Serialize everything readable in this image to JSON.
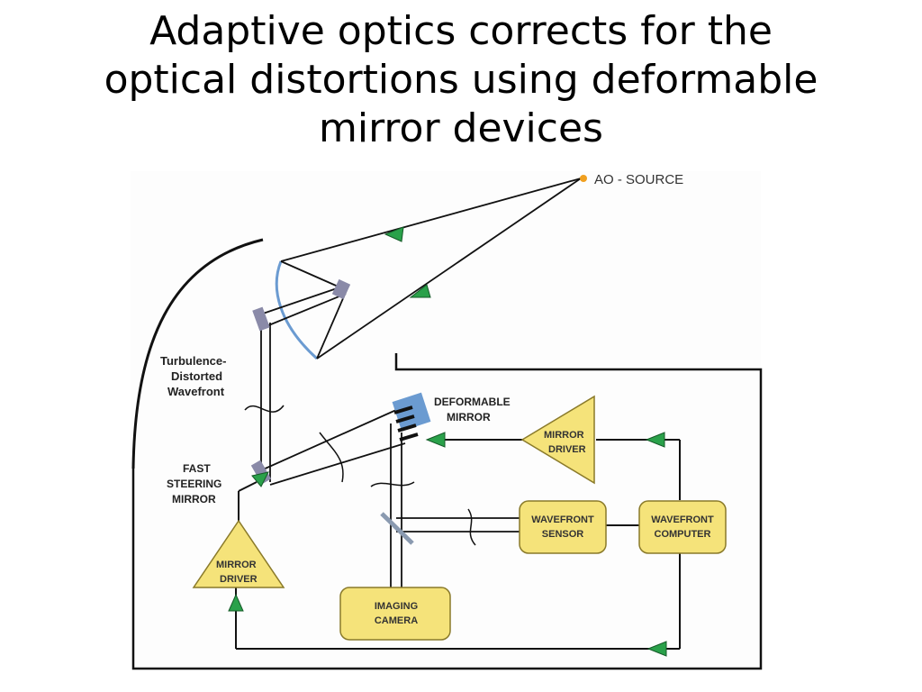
{
  "title": {
    "line1": "Adaptive optics corrects for the",
    "line2": "optical distortions using deformable",
    "line3": "mirror devices"
  },
  "diagram": {
    "source_label": "AO - SOURCE",
    "turbulence": [
      "Turbulence-",
      "Distorted",
      "Wavefront"
    ],
    "deformable_mirror": [
      "DEFORMABLE",
      "MIRROR"
    ],
    "fast_steering_mirror": [
      "FAST",
      "STEERING",
      "MIRROR"
    ],
    "mirror_driver_right": [
      "MIRROR",
      "DRIVER"
    ],
    "mirror_driver_left": [
      "MIRROR",
      "DRIVER"
    ],
    "wavefront_sensor": [
      "WAVEFRONT",
      "SENSOR"
    ],
    "wavefront_computer": [
      "WAVEFRONT",
      "COMPUTER"
    ],
    "imaging_camera": [
      "IMAGING",
      "CAMERA"
    ]
  },
  "colors": {
    "box_fill": "#f5e37a",
    "box_stroke": "#8a7a2a",
    "arrow_green": "#2aa14a",
    "mirror_blue": "#6b9bd1",
    "source_dot": "#f0a020"
  }
}
